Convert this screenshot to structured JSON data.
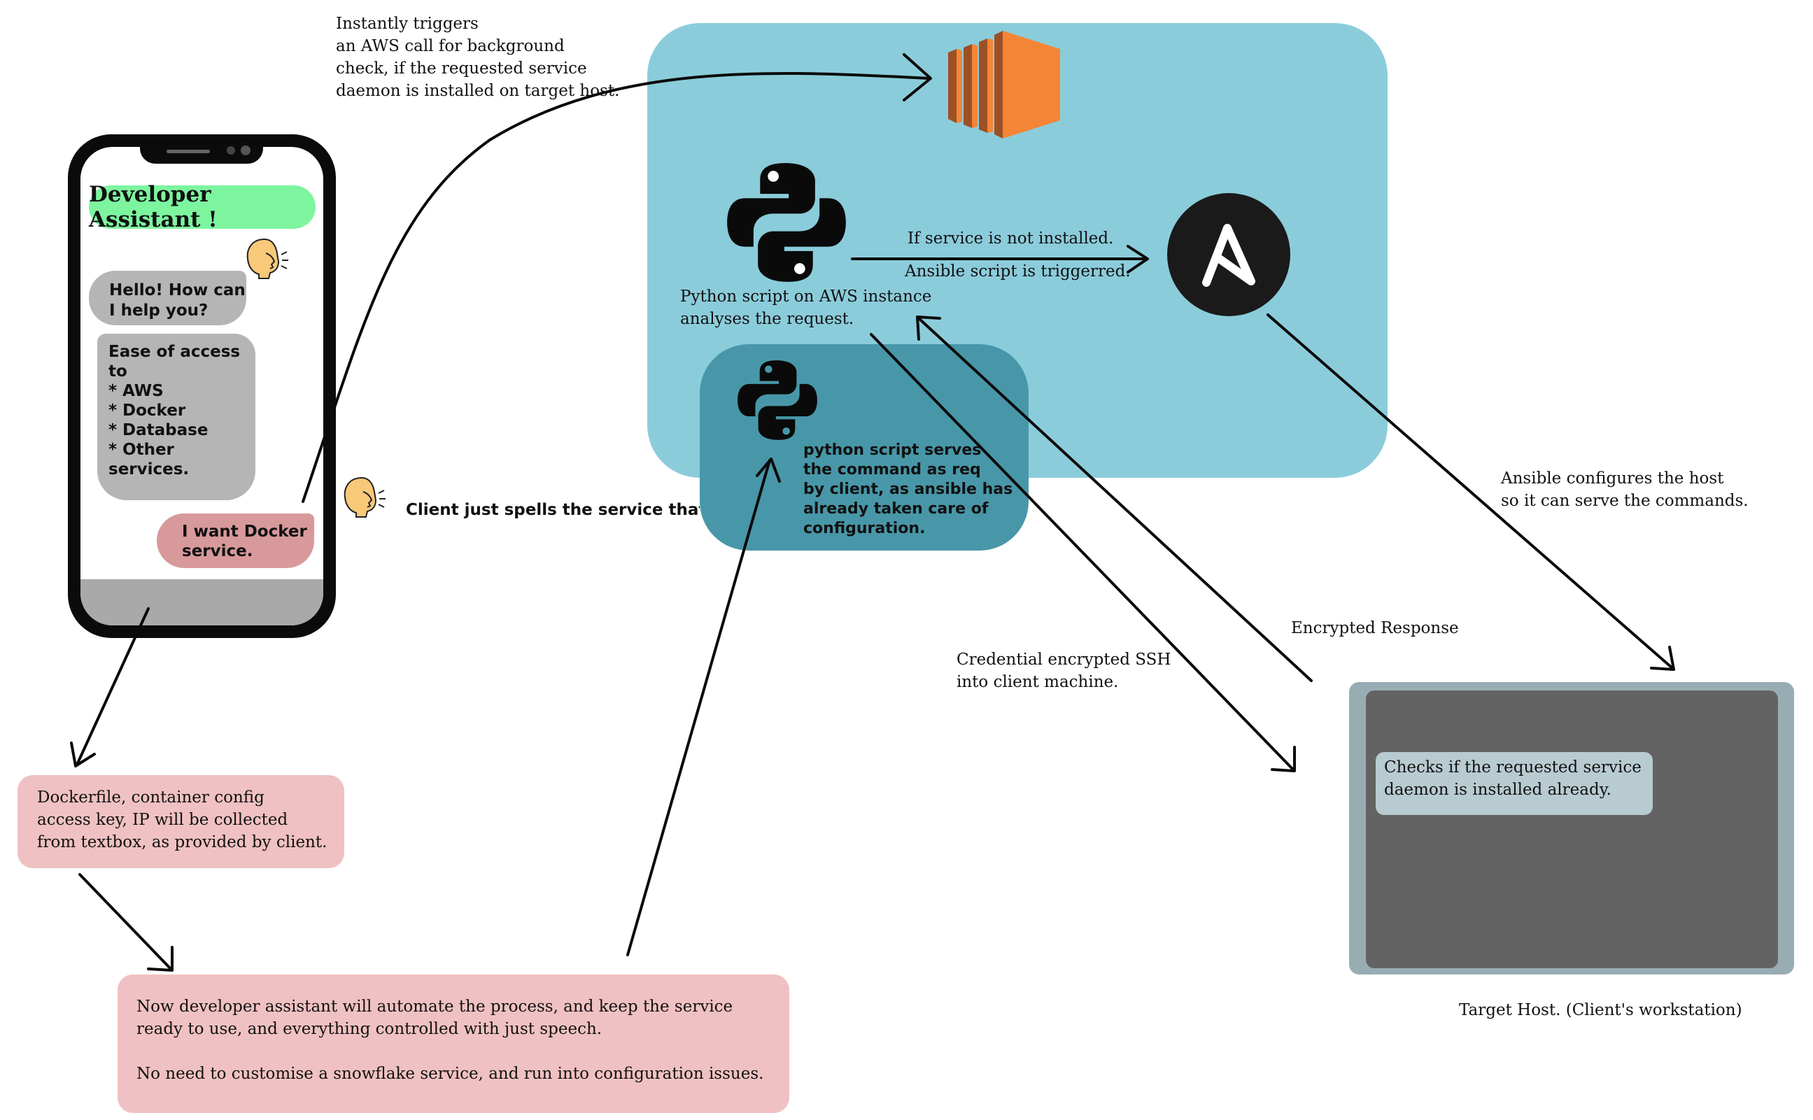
{
  "phone": {
    "app_title": "Developer Assistant !",
    "bubble_hello": "Hello! How can\nI help you?",
    "bubble_features": "Ease of access to\n* AWS\n* Docker\n* Database\n* Other services.",
    "bubble_request": "I want Docker\nservice."
  },
  "notes": {
    "top_trigger": "Instantly triggers\nan AWS call for background\ncheck, if the requested service\ndaemon is installed on target host.",
    "client_spells": "Client just spells the service that he/sh\nseeks for, NLP engine will catch the\nphrase and initialize the service.",
    "python_script": "Python script on AWS instance\nanalyses the request.",
    "python_serves": "python script serves\nthe command as req\nby client, as ansible has\nalready taken care of\nconfiguration.",
    "if_not_installed": "If service is not installed.",
    "ansible_triggered": "Ansible script is triggerred.",
    "ansible_configures": "Ansible configures the host\nso it can serve the commands.",
    "encrypted_response": "Encrypted Response",
    "credential_ssh": "Credential encrypted SSH\ninto client machine.",
    "target_host_label": "Target Host. (Client's workstation)"
  },
  "boxes": {
    "dockerfile": "Dockerfile, container config\naccess key, IP will be collected\nfrom textbox, as provided by client.",
    "automation": "Now developer assistant will automate the process, and keep the service\nready to use, and everything controlled with just speech.\n\nNo need to customise a snowflake service, and run into configuration issues.",
    "target_host_check": "Checks if the requested service\ndaemon is installed already."
  },
  "icons": {
    "aws_ec2": "aws-ec2-icon",
    "python_main": "python-logo-icon",
    "python_small": "python-logo-icon",
    "ansible": "ansible-logo-icon",
    "user_avatar": "user-speaking-icon"
  },
  "colors": {
    "aws_region": "#8bccdb",
    "python_box": "#4897a8",
    "app_title": "#7df59f",
    "pink_box": "#f0c1c2",
    "request_bubble": "#d8999b",
    "ec2_orange": "#f58536",
    "target_frame": "#98adb3",
    "target_screen": "#636363"
  }
}
